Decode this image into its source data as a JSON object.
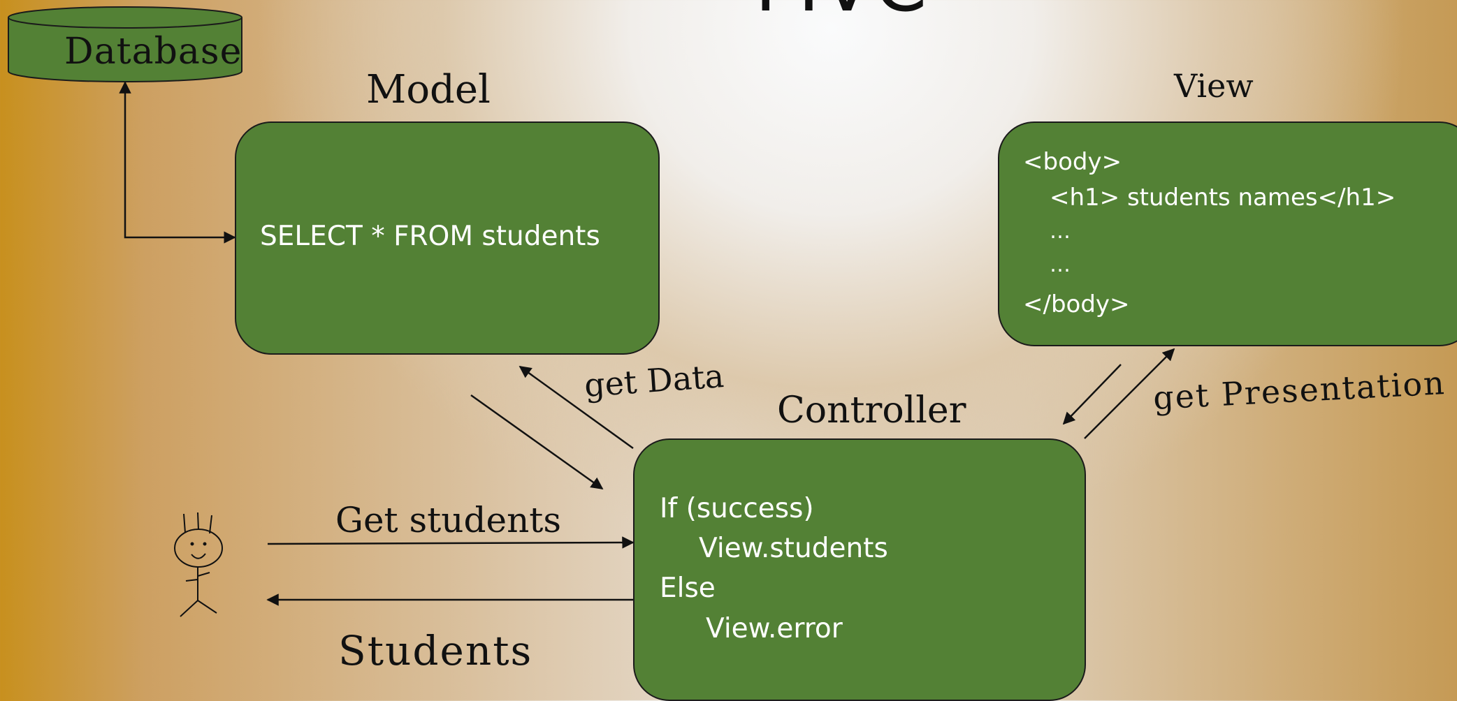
{
  "title": "MVC",
  "database": {
    "label": "Database"
  },
  "model": {
    "heading": "Model",
    "query": "SELECT * FROM students"
  },
  "view": {
    "heading": "View",
    "code_lines": [
      "<body>",
      "<h1> students names</h1>",
      "…",
      "…",
      "</body>"
    ]
  },
  "controller": {
    "heading": "Controller",
    "code_lines": [
      "If (success)",
      "View.students",
      "Else",
      "View.error"
    ]
  },
  "edges": {
    "get_data": "get Data",
    "get_presentation": "get Presentation",
    "get_students": "Get students",
    "students_response": "Students"
  },
  "colors": {
    "box_fill": "#538135",
    "box_text": "#ffffff",
    "line": "#111111"
  }
}
